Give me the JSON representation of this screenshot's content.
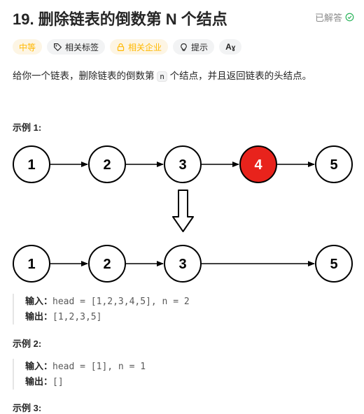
{
  "problem": {
    "title": "19. 删除链表的倒数第 N 个结点",
    "status": "已解答",
    "tags": [
      {
        "label": "中等",
        "icon": "none"
      },
      {
        "label": "相关标签",
        "icon": "tag-icon"
      },
      {
        "label": "相关企业",
        "icon": "lock-icon"
      },
      {
        "label": "提示",
        "icon": "lightbulb-icon"
      },
      {
        "label": "",
        "icon": "translate-icon"
      }
    ],
    "description_pre": "给你一个链表，删除链表的倒数第 ",
    "description_code": "n",
    "description_post": " 个结点，并且返回链表的头结点。"
  },
  "diagram": {
    "before": [
      "1",
      "2",
      "3",
      "4",
      "5"
    ],
    "removed_index": 3,
    "after": [
      "1",
      "2",
      "3",
      "5"
    ],
    "colors": {
      "removed": "#e8231c",
      "node": "#ffffff",
      "stroke": "#000000"
    }
  },
  "examples": [
    {
      "heading": "示例 1:",
      "input_label": "输入：",
      "input": "head = [1,2,3,4,5], n = 2",
      "output_label": "输出：",
      "output": "[1,2,3,5]"
    },
    {
      "heading": "示例 2:",
      "input_label": "输入：",
      "input": "head = [1], n = 1",
      "output_label": "输出：",
      "output": "[]"
    },
    {
      "heading": "示例 3:"
    }
  ]
}
